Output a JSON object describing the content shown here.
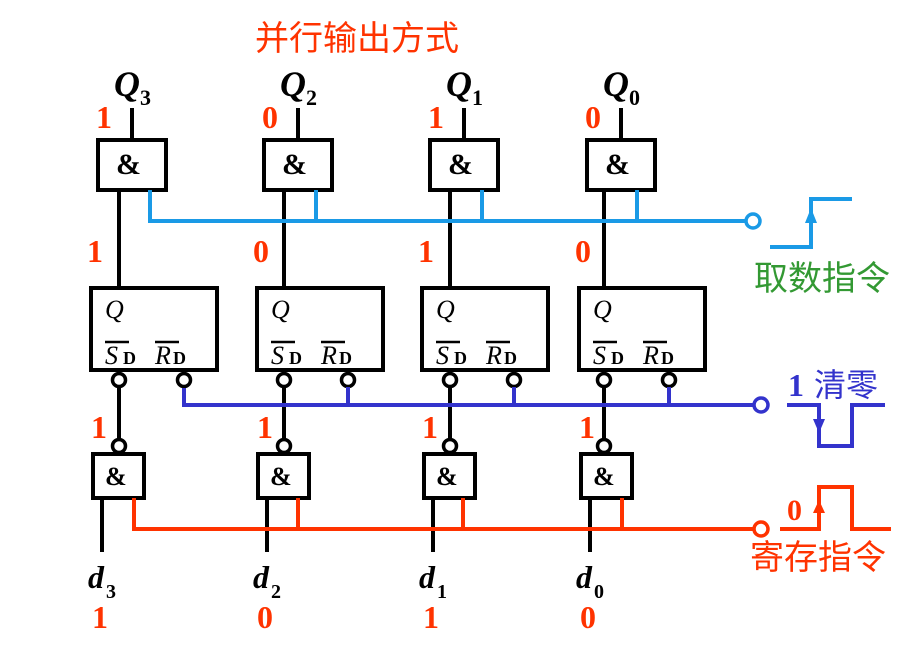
{
  "title": "并行输出方式",
  "colors": {
    "title": "#ff3300",
    "bit": "#ff3300",
    "read_line": "#1a9ae6",
    "clear_line": "#3333cc",
    "store_line": "#ff3300",
    "read_label": "#339933",
    "wire": "#000000"
  },
  "columns": [
    {
      "q_label": "Q",
      "q_sub": "3",
      "q_bit": "1",
      "ff_out_bit": "1",
      "sd_in_bit": "1",
      "d_label": "d",
      "d_sub": "3",
      "d_bit": "1"
    },
    {
      "q_label": "Q",
      "q_sub": "2",
      "q_bit": "0",
      "ff_out_bit": "0",
      "sd_in_bit": "1",
      "d_label": "d",
      "d_sub": "2",
      "d_bit": "0"
    },
    {
      "q_label": "Q",
      "q_sub": "1",
      "q_bit": "1",
      "ff_out_bit": "1",
      "sd_in_bit": "1",
      "d_label": "d",
      "d_sub": "1",
      "d_bit": "1"
    },
    {
      "q_label": "Q",
      "q_sub": "0",
      "q_bit": "0",
      "ff_out_bit": "0",
      "sd_in_bit": "1",
      "d_label": "d",
      "d_sub": "0",
      "d_bit": "0"
    }
  ],
  "and_gate_symbol": "&",
  "flipflop": {
    "q": "Q",
    "sd": "S",
    "sd_sub": "D",
    "rd": "R",
    "rd_sub": "D"
  },
  "signals": {
    "read": {
      "label": "取数指令"
    },
    "clear": {
      "label": "清零",
      "level": "1"
    },
    "store": {
      "label": "寄存指令",
      "level": "0"
    }
  }
}
